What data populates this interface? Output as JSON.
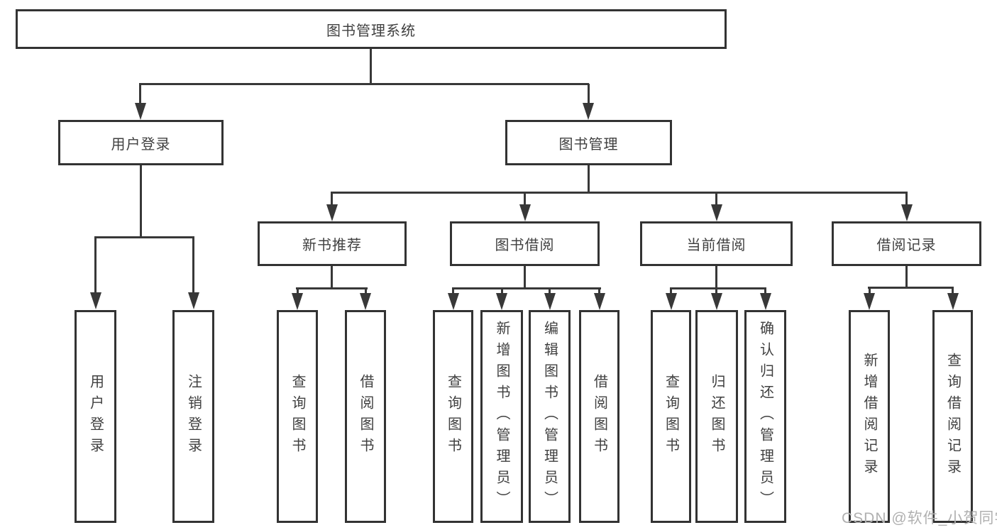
{
  "diagram": {
    "title": "图书管理系统",
    "nodes": {
      "root": "图书管理系统",
      "user_login": "用户登录",
      "book_management": "图书管理",
      "new_book_rec": "新书推荐",
      "book_borrow": "图书借阅",
      "current_borrow": "当前借阅",
      "borrow_records": "借阅记录",
      "user_login_children": [
        "用户登录",
        "注销登录"
      ],
      "new_book_rec_children": [
        "查询图书",
        "借阅图书"
      ],
      "book_borrow_children": [
        "查询图书",
        "新增图书（管理员）",
        "编辑图书（管理员）",
        "借阅图书"
      ],
      "current_borrow_children": [
        "查询图书",
        "归还图书",
        "确认归还（管理员）"
      ],
      "borrow_records_children": [
        "新增借阅记录",
        "查询借阅记录"
      ]
    },
    "watermark": "CSDN @软件_小贺同学",
    "colors": {
      "line": "#383838",
      "border": "#333333",
      "text": "#404040",
      "watermark": "#b0b0b0",
      "background": "#ffffff"
    }
  }
}
